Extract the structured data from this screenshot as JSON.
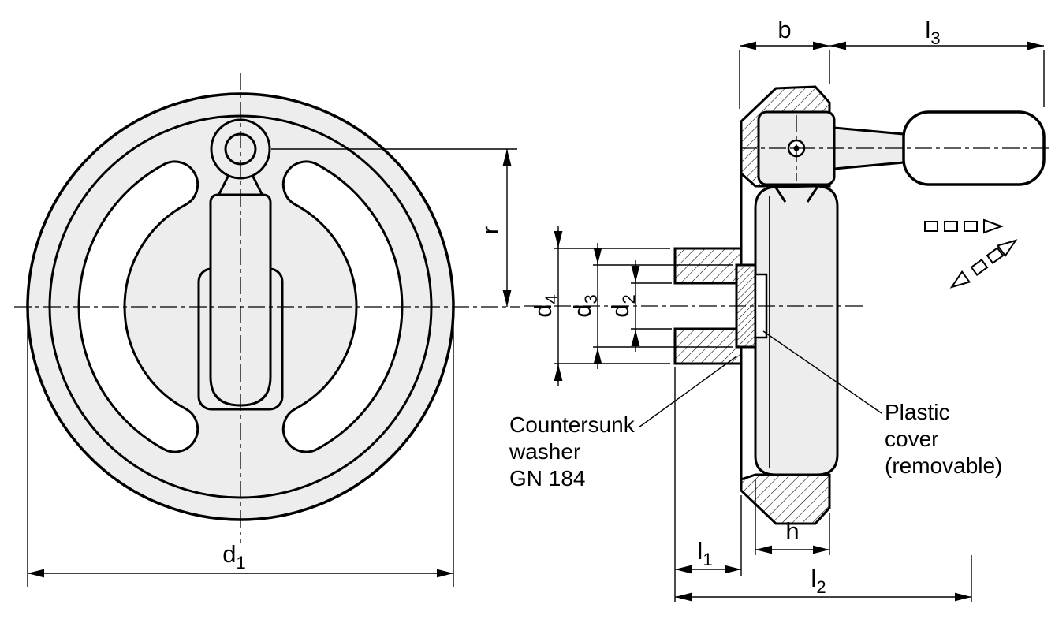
{
  "drawing": {
    "background": "#ffffff",
    "line_color": "#000000",
    "body_fill": "#ededed"
  },
  "dimension_labels": {
    "d1": {
      "base": "d",
      "sub": "1"
    },
    "r": {
      "base": "r",
      "sub": ""
    },
    "b": {
      "base": "b",
      "sub": ""
    },
    "l3": {
      "base": "l",
      "sub": "3"
    },
    "d4": {
      "base": "d",
      "sub": "4"
    },
    "d3": {
      "base": "d",
      "sub": "3"
    },
    "d2": {
      "base": "d",
      "sub": "2"
    },
    "l1": {
      "base": "l",
      "sub": "1"
    },
    "h": {
      "base": "h",
      "sub": ""
    },
    "l2": {
      "base": "l",
      "sub": "2"
    }
  },
  "annotations": {
    "countersunk_washer": {
      "line1": "Countersunk",
      "line2": "washer",
      "line3": "GN 184"
    },
    "plastic_cover": {
      "line1": "Plastic",
      "line2": "cover",
      "line3": "(removable)"
    }
  }
}
